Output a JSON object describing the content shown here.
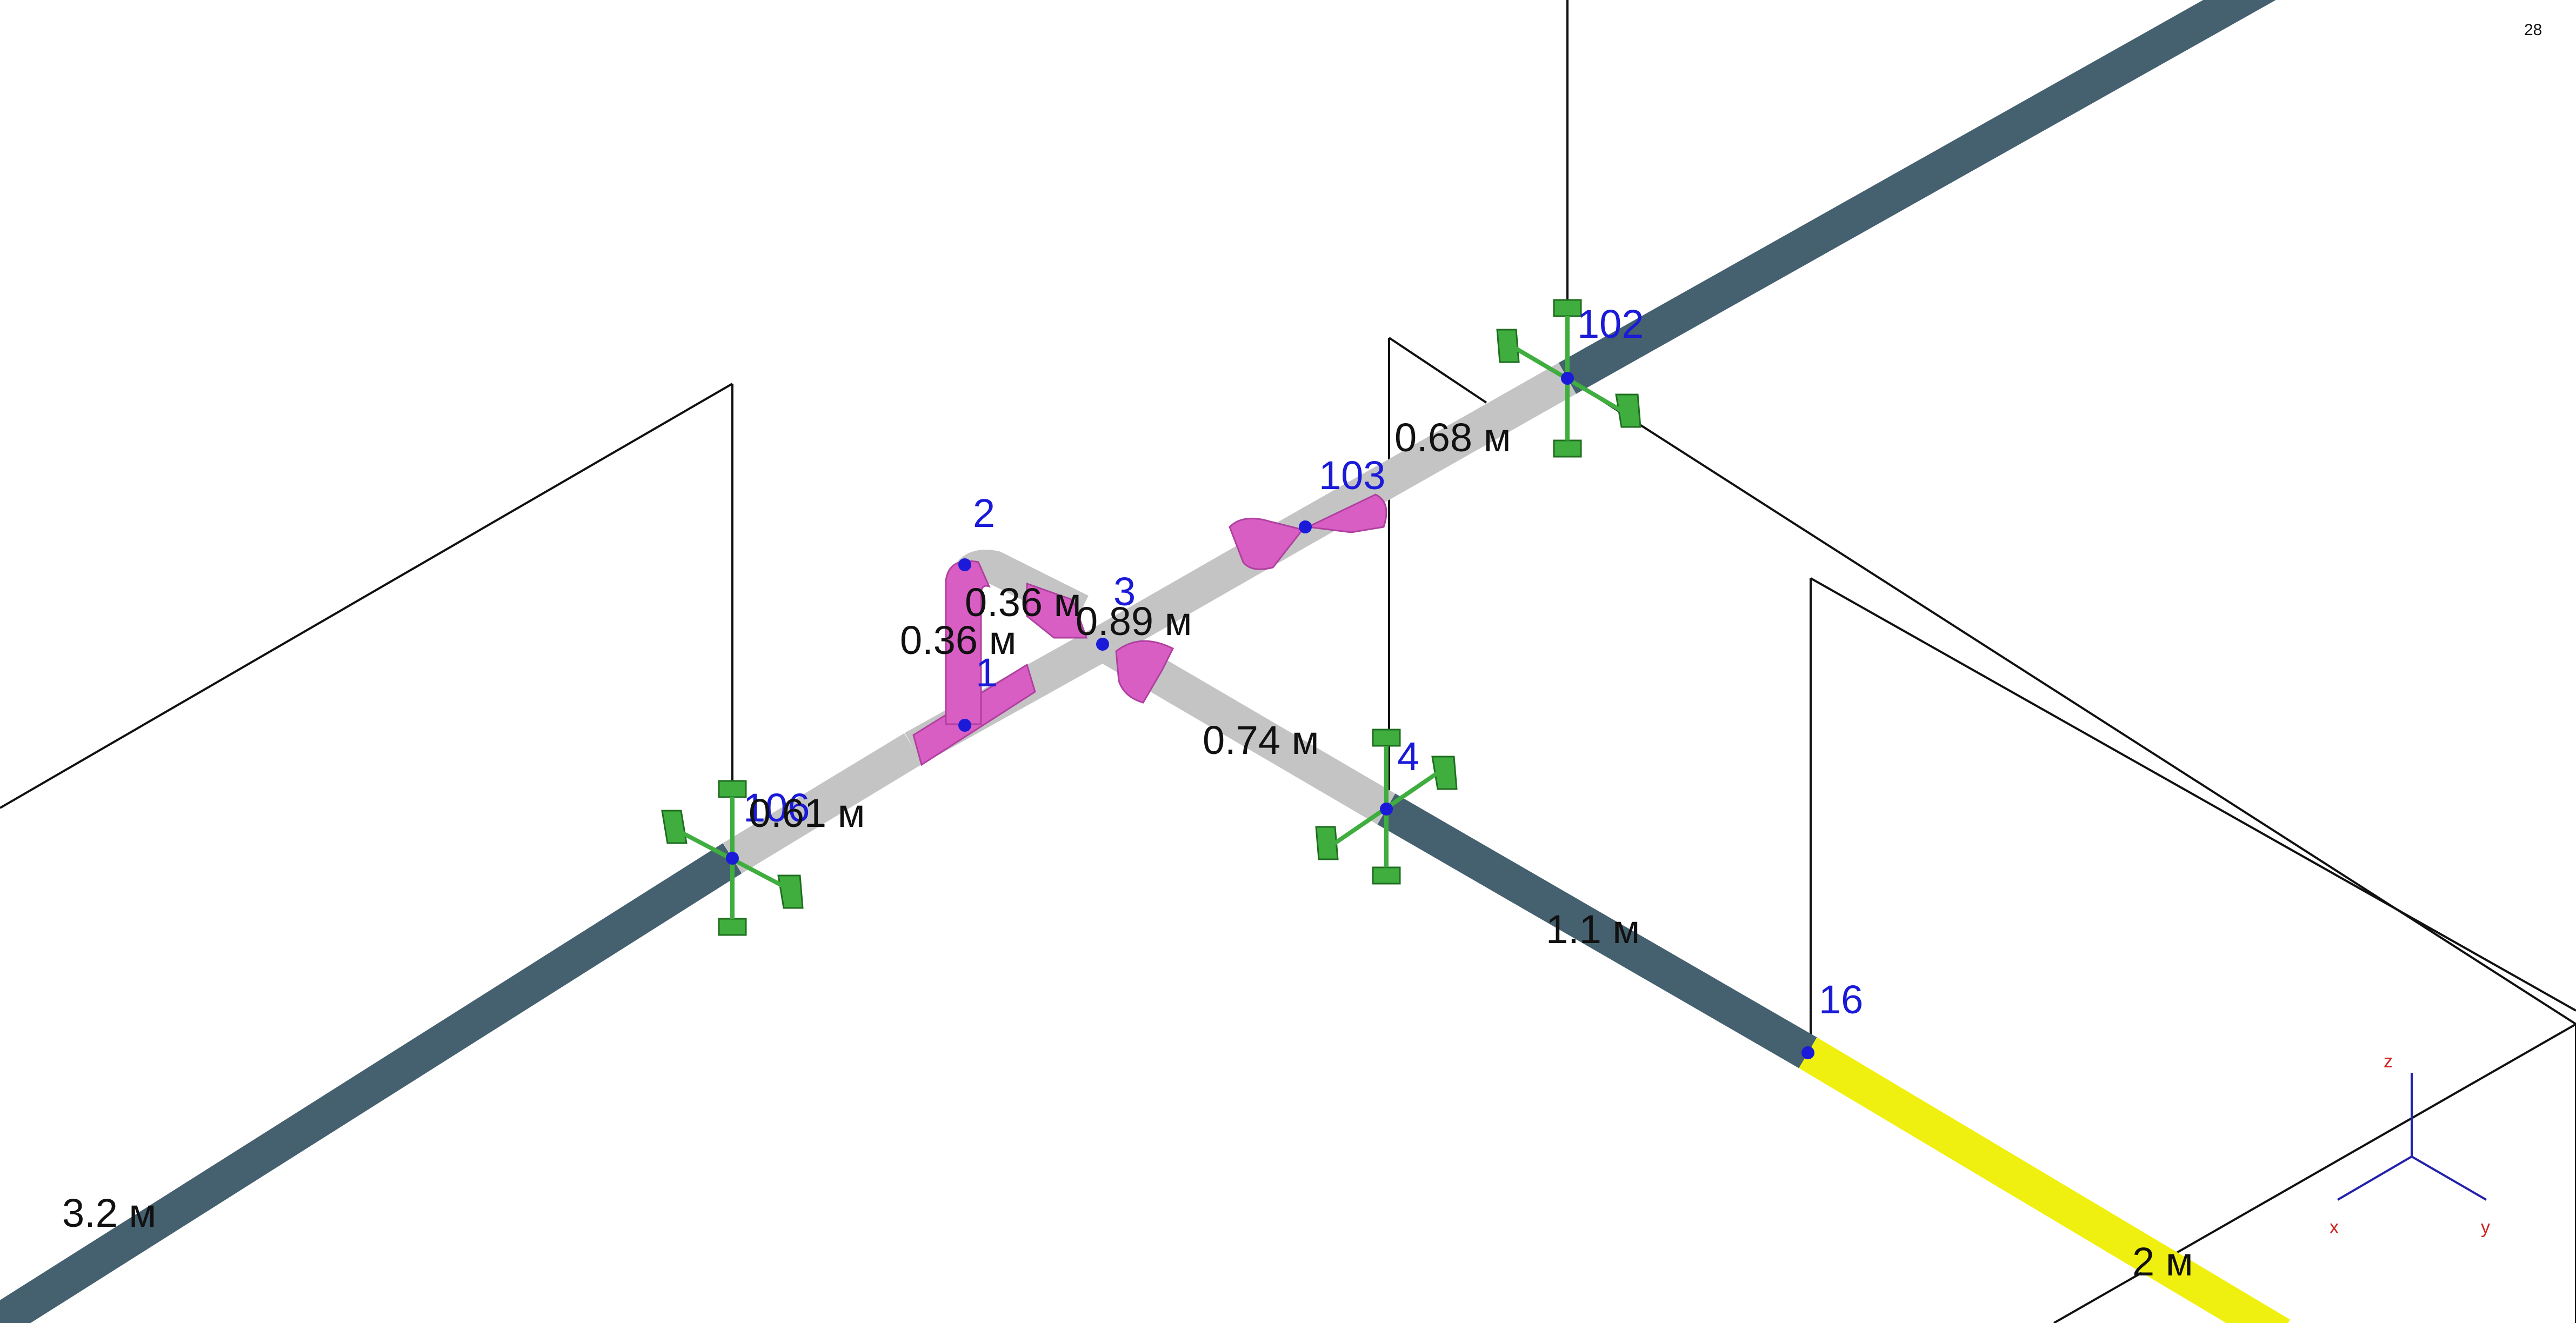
{
  "view_number": "28",
  "colors": {
    "pipe_dark": "#45606f",
    "pipe_light": "#c4c4c4",
    "pipe_yellow": "#f0f010",
    "fitting": "#d85ec4",
    "support": "#3fae3f",
    "node": "#1a1ad8",
    "line": "#111111",
    "axis": "#2222aa"
  },
  "nodes": {
    "n1": "1",
    "n2": "2",
    "n3": "3",
    "n4": "4",
    "n16": "16",
    "n102": "102",
    "n103": "103",
    "n106": "106"
  },
  "dimensions": {
    "d_3_2": "3.2 м",
    "d_0_61": "0.61 м",
    "d_0_36_a": "0.36 м",
    "d_0_36_b": "0.36 м",
    "d_0_89": "0.89 м",
    "d_0_68": "0.68 м",
    "d_0_74": "0.74 м",
    "d_1_1": "1.1 м",
    "d_2": "2 м"
  },
  "axes": {
    "x": "x",
    "y": "y",
    "z": "z"
  }
}
